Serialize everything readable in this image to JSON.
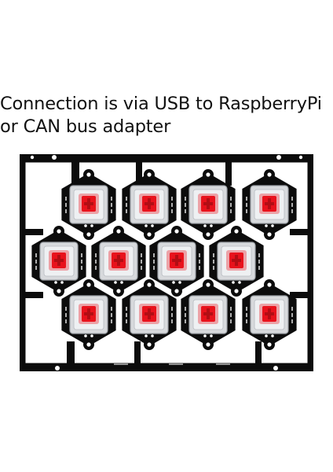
{
  "caption": {
    "line1": "Connection is via USB to RaspberryPi",
    "line2": "or CAN bus adapter"
  },
  "product_image": {
    "switch_rows": [
      4,
      4,
      4
    ],
    "colors": {
      "board": "#0c0c0c",
      "silkscreen": "#e6e6e6",
      "switch_stem": "#e8121c",
      "switch_housing": "#d8dadd"
    }
  }
}
